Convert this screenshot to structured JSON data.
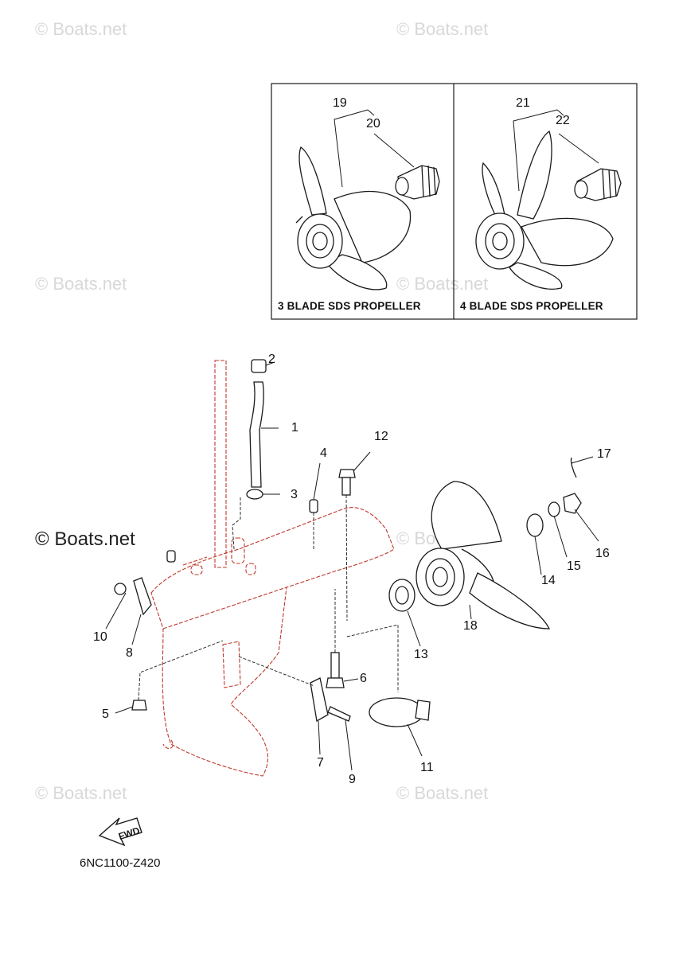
{
  "watermarks": [
    "© Boats.net",
    "© Boats.net",
    "© Boats.net",
    "© Boats.net",
    "© Boats.net",
    "© Boats.net",
    "© Boats.net",
    "© Boats.net"
  ],
  "propeller_boxes": {
    "left_label": "3 BLADE SDS PROPELLER",
    "right_label": "4 BLADE SDS PROPELLER"
  },
  "callouts": [
    "1",
    "2",
    "3",
    "4",
    "5",
    "6",
    "7",
    "8",
    "9",
    "10",
    "11",
    "12",
    "13",
    "14",
    "15",
    "16",
    "17",
    "18",
    "19",
    "20",
    "21",
    "22"
  ],
  "fwd_label": "FWD",
  "diagram_code": "6NC1100-Z420",
  "colors": {
    "outline": "#1a1a1a",
    "housing": "#c0392b",
    "watermark": "#d8d8d8"
  }
}
